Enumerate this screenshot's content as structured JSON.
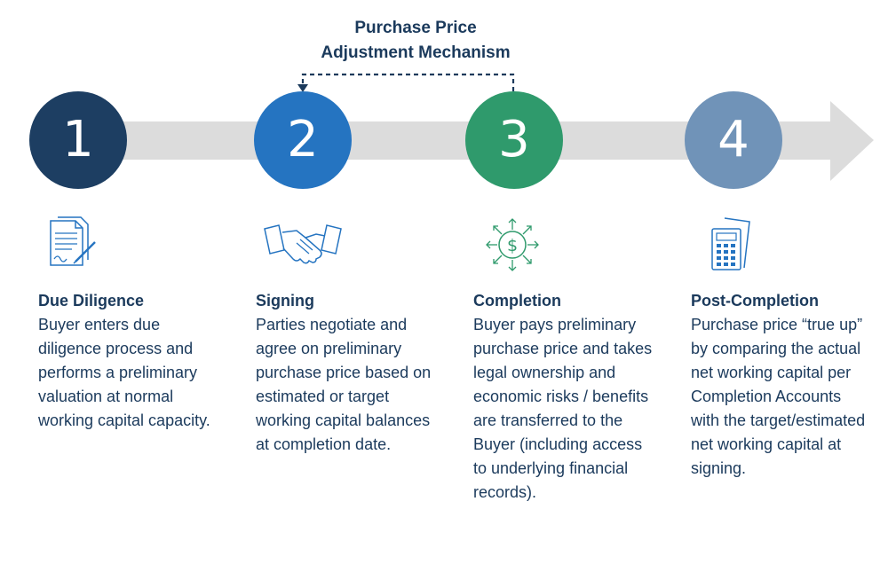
{
  "mechanism": {
    "line1": "Purchase Price",
    "line2": "Adjustment Mechanism"
  },
  "colors": {
    "step1": "#1d3e62",
    "step2": "#2574c1",
    "step3": "#2f9a6c",
    "step4": "#7093b8",
    "arrow": "#dcdcdc",
    "text": "#1b3a5c"
  },
  "steps": [
    {
      "number": "1",
      "icon": "document-signature-icon",
      "title": "Due Diligence",
      "description": "Buyer enters due diligence process and performs a preliminary valuation at normal working capital capacity."
    },
    {
      "number": "2",
      "icon": "handshake-icon",
      "title": "Signing",
      "description": "Parties negotiate and agree on preliminary purchase price based on estimated or target working capital balances at completion date."
    },
    {
      "number": "3",
      "icon": "dollar-arrows-icon",
      "title": "Completion",
      "description": "Buyer pays preliminary purchase price and takes legal ownership and economic risks / benefits are transferred to the Buyer (including access to underlying financial records)."
    },
    {
      "number": "4",
      "icon": "calculator-icon",
      "title": "Post-Completion",
      "description": "Purchase price “true up” by comparing the actual net working capital per Completion Accounts with the target/estimated net working capital at signing."
    }
  ]
}
